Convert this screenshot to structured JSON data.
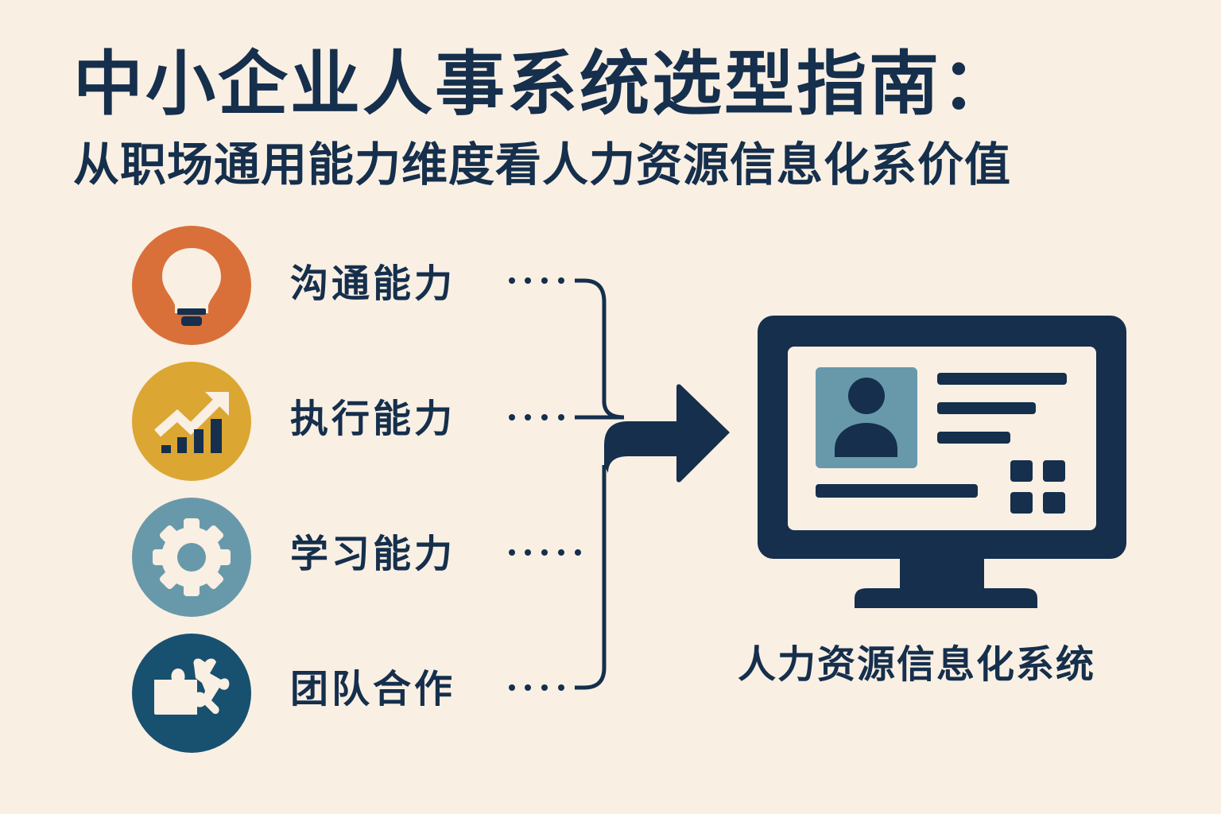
{
  "header": {
    "title": "中小企业人事系统选型指南：",
    "subtitle": "从职场通用能力维度看人力资源信息化系价值"
  },
  "skills": [
    {
      "label": "沟通能力",
      "icon": "lightbulb-icon",
      "color": "#d9703a"
    },
    {
      "label": "执行能力",
      "icon": "growth-chart-icon",
      "color": "#dca633"
    },
    {
      "label": "学习能力",
      "icon": "gear-icon",
      "color": "#6899ab"
    },
    {
      "label": "团队合作",
      "icon": "puzzle-icon",
      "color": "#18506f"
    }
  ],
  "target": {
    "label": "人力资源信息化系统",
    "icon": "monitor-profile-icon"
  },
  "colors": {
    "background": "#f9efe3",
    "primary": "#152f4c",
    "accent_blue": "#6899ab"
  }
}
